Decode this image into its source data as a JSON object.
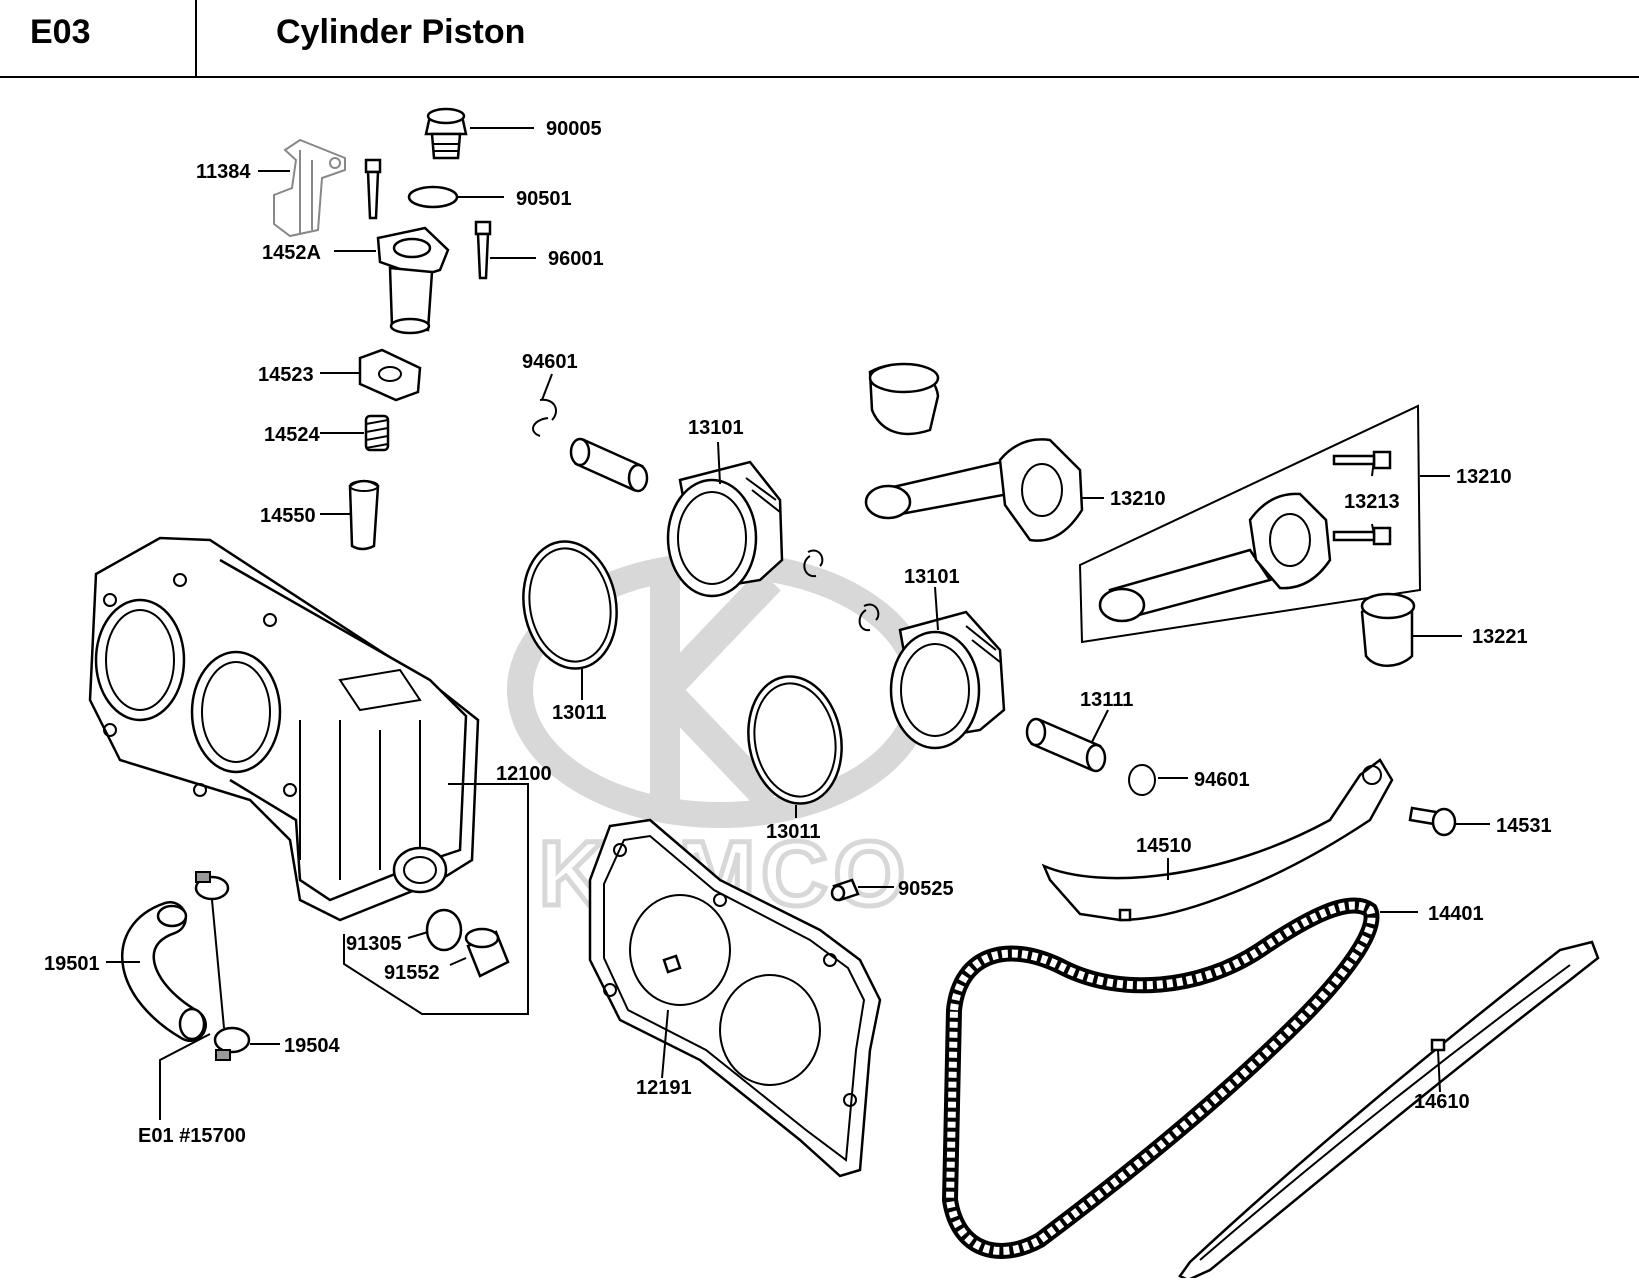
{
  "header": {
    "code": "E03",
    "title": "Cylinder  Piston"
  },
  "watermark": {
    "text": "KYMCO"
  },
  "colors": {
    "line": "#000000",
    "watermark": "#d8d8d8",
    "background": "#ffffff"
  },
  "callouts": {
    "p90005": "90005",
    "p11384": "11384",
    "p90501": "90501",
    "p1452A": "1452A",
    "p96001": "96001",
    "p14523": "14523",
    "p14524": "14524",
    "p14550": "14550",
    "p94601a": "94601",
    "p13101a": "13101",
    "p13011a": "13011",
    "p13210a": "13210",
    "p13210b": "13210",
    "p13213": "13213",
    "p13101b": "13101",
    "p13221": "13221",
    "p13111": "13111",
    "p94601b": "94601",
    "p13011b": "13011",
    "p12100": "12100",
    "p14510": "14510",
    "p14531": "14531",
    "p90525": "90525",
    "p91305": "91305",
    "p91552": "91552",
    "p14401": "14401",
    "p19501": "19501",
    "p19504": "19504",
    "p12191": "12191",
    "p14610": "14610",
    "pE01": "E01 #15700"
  }
}
